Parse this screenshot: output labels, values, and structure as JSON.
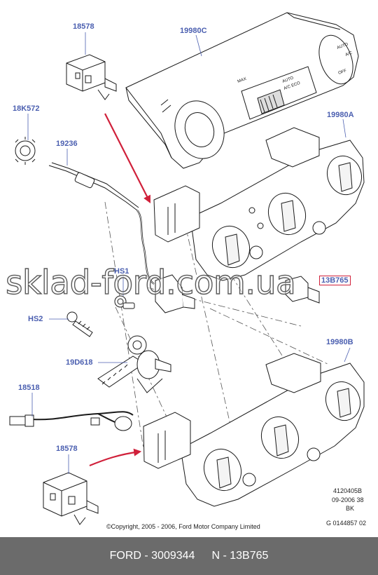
{
  "callouts": {
    "c18578_top": "18578",
    "c19980c": "19980C",
    "c18k572": "18K572",
    "c19236": "19236",
    "c19980a": "19980A",
    "chs1": "HS1",
    "c13b765": "13B765",
    "chs2": "HS2",
    "c19980b": "19980B",
    "c19d618": "19D618",
    "c18518": "18518",
    "c18578_bottom": "18578"
  },
  "panel_text": {
    "auto": "AUTO",
    "ac": "A/C",
    "off": "OFF",
    "max": "MAX",
    "auto_small": "AUTO",
    "ac_small": "A/C",
    "eco": "A/C ECO"
  },
  "meta": {
    "ref_line1": "4120405B",
    "ref_line2": "09-2006 38",
    "ref_line3": "BK",
    "ref_line4": "G 0144857 02",
    "copyright": "©Copyright, 2005 - 2006, Ford Motor Company Limited"
  },
  "watermark": "sklad-ford.com.ua",
  "footer": {
    "part": "FORD - 3009344",
    "ref": "N - 13B765"
  },
  "colors": {
    "callout": "#4b5fb0",
    "arrow": "#d0203a",
    "footer_bg": "#6b6b6b"
  }
}
